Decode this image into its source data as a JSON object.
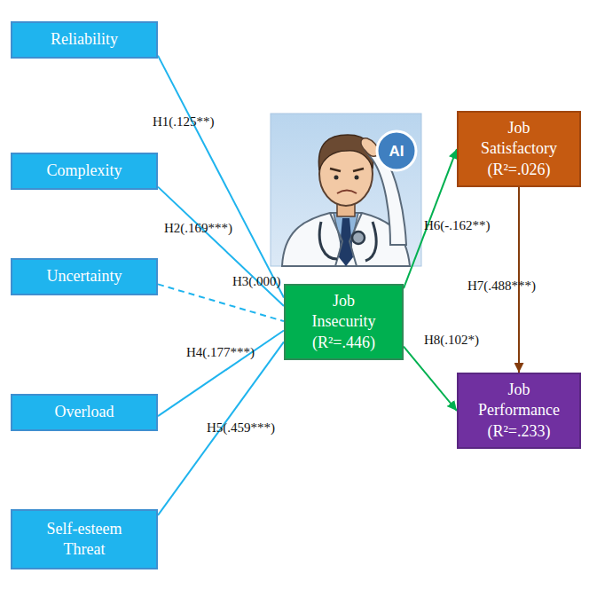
{
  "diagram": {
    "nodes": [
      {
        "text": [
          "Reliability"
        ]
      },
      {
        "text": [
          "Complexity"
        ]
      },
      {
        "text": [
          "Uncertainty"
        ]
      },
      {
        "text": [
          "Overload"
        ]
      },
      {
        "text": [
          "Self-esteem Threat"
        ]
      },
      {
        "text": [
          "Job Insecurity (R²=.446)"
        ]
      },
      {
        "text": [
          "Job Satisfactory (R²=.026)"
        ]
      },
      {
        "text": [
          "Job Performance (R²=.233)"
        ]
      }
    ],
    "edges": [
      {
        "from": 0,
        "to": 5,
        "label": "H1(.125**)",
        "arrow": "none"
      },
      {
        "from": 1,
        "to": 5,
        "label": "H2(.169***)",
        "arrow": "none"
      },
      {
        "from": 2,
        "to": 5,
        "label": "H3(.000)",
        "arrow": "none"
      },
      {
        "from": 3,
        "to": 5,
        "label": "H4(.177***)",
        "arrow": "none"
      },
      {
        "from": 4,
        "to": 5,
        "label": "H5(.459***)",
        "arrow": "none"
      },
      {
        "from": 5,
        "to": 6,
        "label": "H6(-.162**)",
        "arrow": "to"
      },
      {
        "from": 6,
        "to": 7,
        "label": "H7(.488***)",
        "arrow": "to"
      },
      {
        "from": 5,
        "to": 7,
        "label": "H8(.102*)",
        "arrow": "to"
      }
    ],
    "labels": [
      "AI"
    ]
  }
}
